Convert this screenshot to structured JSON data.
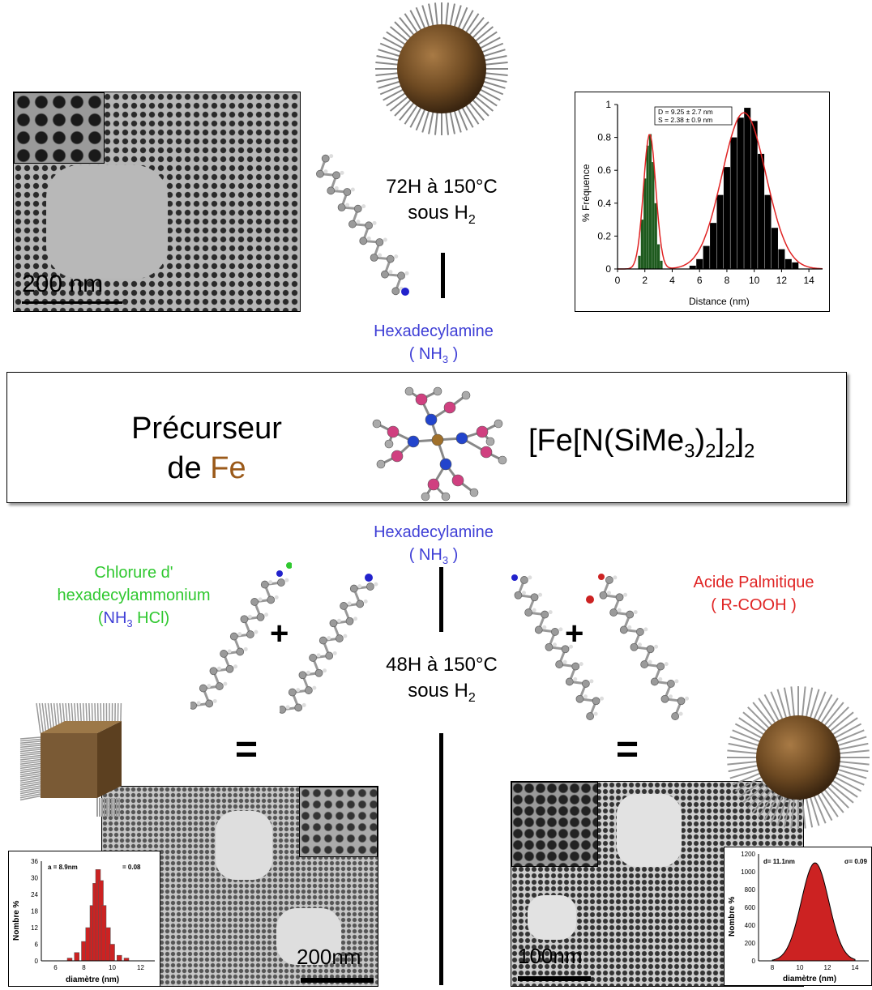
{
  "top": {
    "tem_scale": "200 nm",
    "condition_line1": "72H à 150°C",
    "condition_line2_prefix": "sous H",
    "condition_line2_sub": "2",
    "ligand_name": "Hexadecylamine",
    "ligand_formula_open": "( NH",
    "ligand_formula_sub": "3",
    "ligand_formula_close": " )"
  },
  "histogram_top": {
    "annotation_line1": "D = 9.25 ± 2.7 nm",
    "annotation_line2": "S = 2.38 ± 0.9 nm",
    "xlabel": "Distance (nm)",
    "ylabel": "% Fréquence",
    "x_ticks": [
      "0",
      "2",
      "4",
      "6",
      "8",
      "10",
      "12",
      "14"
    ],
    "y_ticks": [
      "0",
      "0.2",
      "0.4",
      "0.6",
      "0.8",
      "1"
    ]
  },
  "chart_data": [
    {
      "type": "bar",
      "xlabel": "Distance (nm)",
      "ylabel": "% Fréquence",
      "xlim": [
        0,
        15
      ],
      "ylim": [
        0,
        1
      ],
      "series": [
        {
          "color": "#1e5a1e",
          "x": [
            1.6,
            1.8,
            2.0,
            2.2,
            2.4,
            2.6,
            2.8,
            3.0,
            3.2
          ],
          "values": [
            0.08,
            0.3,
            0.55,
            0.75,
            0.82,
            0.65,
            0.4,
            0.15,
            0.05
          ]
        },
        {
          "color": "#000000",
          "x": [
            5.5,
            6,
            6.5,
            7,
            7.5,
            8,
            8.5,
            9,
            9.5,
            10,
            10.5,
            11,
            11.5,
            12,
            12.5,
            13
          ],
          "values": [
            0.02,
            0.06,
            0.14,
            0.28,
            0.45,
            0.62,
            0.8,
            0.92,
            0.98,
            0.9,
            0.7,
            0.45,
            0.25,
            0.12,
            0.06,
            0.04
          ]
        }
      ],
      "annotations": [
        "D = 9.25 ± 2.7 nm",
        "S = 2.38 ± 0.9 nm"
      ]
    },
    {
      "type": "bar",
      "xlabel": "diamètre (nm)",
      "ylabel": "Nombre %",
      "xlim": [
        5,
        13
      ],
      "ylim": [
        0,
        36
      ],
      "y_ticks": [
        "0",
        "6",
        "12",
        "18",
        "24",
        "30",
        "36"
      ],
      "x_ticks": [
        "6",
        "8",
        "10",
        "12"
      ],
      "series": [
        {
          "color": "#cc2222",
          "x": [
            7,
            7.5,
            8,
            8.3,
            8.6,
            8.8,
            9.0,
            9.2,
            9.4,
            9.7,
            10,
            10.5,
            11
          ],
          "values": [
            1,
            3,
            7,
            12,
            20,
            28,
            33,
            29,
            20,
            12,
            6,
            2,
            1
          ]
        }
      ],
      "annotations": [
        "a = 8.9nm",
        "= 0.08"
      ]
    },
    {
      "type": "area",
      "xlabel": "diamètre (nm)",
      "ylabel": "Nombre %",
      "xlim": [
        7,
        15
      ],
      "ylim": [
        0,
        1200
      ],
      "y_ticks": [
        "0",
        "200",
        "400",
        "600",
        "800",
        "1000",
        "1200"
      ],
      "x_ticks": [
        "8",
        "10",
        "12",
        "14"
      ],
      "series": [
        {
          "color": "#cc2222",
          "x": [
            8,
            9,
            10,
            10.5,
            11,
            11.5,
            12,
            13,
            14
          ],
          "values": [
            30,
            200,
            700,
            1000,
            1100,
            1000,
            700,
            200,
            30
          ]
        }
      ],
      "annotations": [
        "d= 11.1nm",
        "σ= 0.09"
      ]
    }
  ],
  "middle": {
    "precursor_line1": "Précurseur",
    "precursor_line2_prefix": "de ",
    "precursor_line2_fe": "Fe",
    "formula": "[Fe[N(SiMe3)2]2]2"
  },
  "bottom": {
    "ligand_center_name": "Hexadecylamine",
    "ligand_center_formula_open": "( NH",
    "ligand_center_formula_sub": "3",
    "ligand_center_formula_close": " )",
    "left_ligand_line1": "Chlorure d'",
    "left_ligand_line2": "hexadecylammonium",
    "left_ligand_n": "N",
    "left_ligand_h": "H",
    "left_ligand_sub": "3",
    "left_ligand_hcl": " HCl",
    "right_ligand_line1": "Acide Palmitique",
    "right_ligand_formula_prefix": "( R-C",
    "right_ligand_formula_oo": "OO",
    "right_ligand_formula_suffix": "H )",
    "condition_line1": "48H à 150°C",
    "condition_line2_prefix": "sous H",
    "condition_line2_sub": "2",
    "plus": "+",
    "equals": "=",
    "left_tem_scale": "200nm",
    "right_tem_scale": "100nm"
  }
}
